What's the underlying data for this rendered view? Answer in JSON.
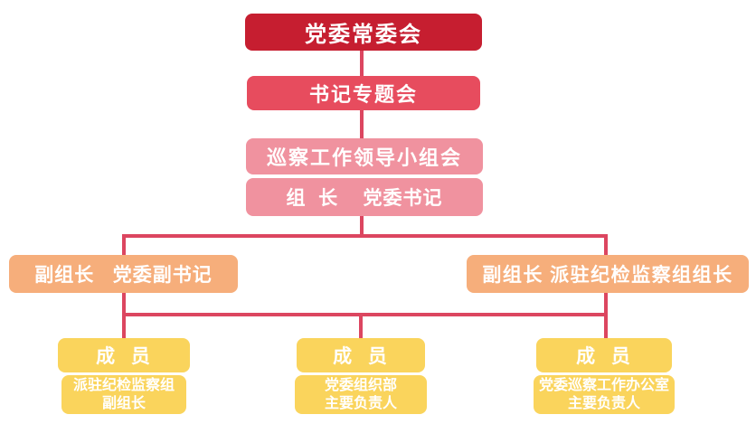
{
  "colors": {
    "level1": "#C61E30",
    "level2": "#E74C5E",
    "level3": "#F0929F",
    "level4": "#F6AE7B",
    "level5": "#FAD45C",
    "connector": "#DC4660",
    "text": "#FFFFFF"
  },
  "org": {
    "level1": {
      "label": "党委常委会"
    },
    "level2": {
      "label": "书记专题会"
    },
    "level3": {
      "label": "巡察工作领导小组会"
    },
    "leader": {
      "label": "组  长    党委书记"
    },
    "deputy_left": {
      "label": "副组长   党委副书记"
    },
    "deputy_right": {
      "label": "副组长 派驻纪检监察组组长"
    },
    "members": [
      {
        "label": "成  员",
        "dept": "派驻纪检监察组",
        "title": "副组长"
      },
      {
        "label": "成  员",
        "dept": "党委组织部",
        "title": "主要负责人"
      },
      {
        "label": "成  员",
        "dept": "党委巡察工作办公室",
        "title": "主要负责人"
      }
    ]
  }
}
